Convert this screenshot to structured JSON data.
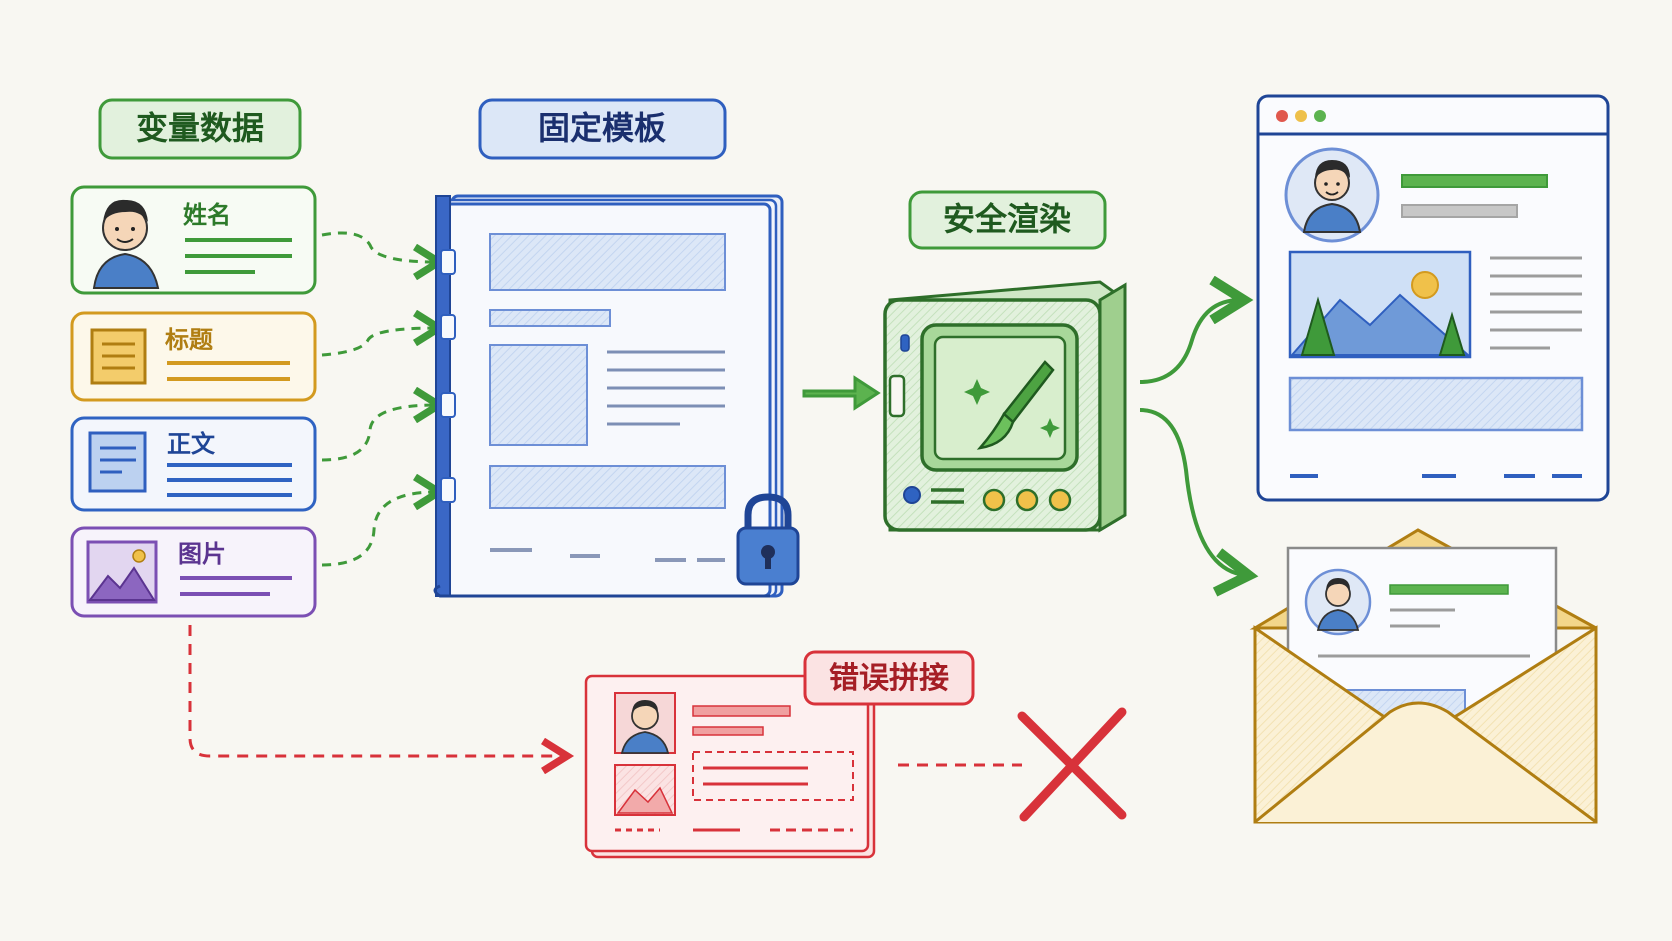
{
  "labels": {
    "variable_data": "变量数据",
    "fixed_template": "固定模板",
    "safe_render": "安全渲染",
    "wrong_concat": "错误拼接"
  },
  "fields": [
    {
      "label": "姓名",
      "icon": "person-avatar-icon",
      "color": "#3f9a3a"
    },
    {
      "label": "标题",
      "icon": "title-document-icon",
      "color": "#d39a1f"
    },
    {
      "label": "正文",
      "icon": "body-text-icon",
      "color": "#2f63c2"
    },
    {
      "label": "图片",
      "icon": "image-landscape-icon",
      "color": "#7b4fb3"
    }
  ],
  "colors": {
    "green": "#3f9a3a",
    "blue": "#2f5fbf",
    "red": "#d8323a",
    "yellow": "#d39a1f",
    "purple": "#7b4fb3"
  }
}
